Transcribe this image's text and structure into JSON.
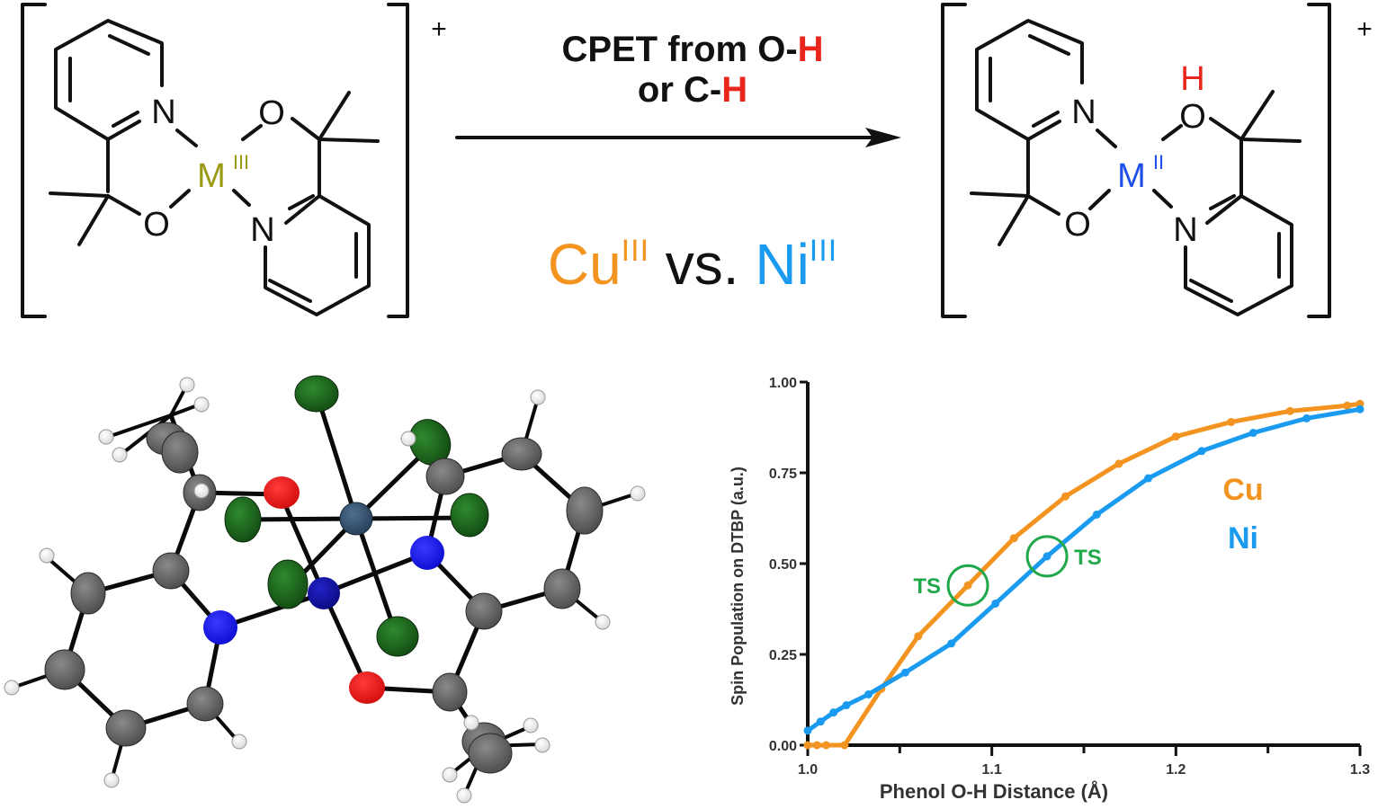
{
  "scheme": {
    "reactant": {
      "metal_label": "M",
      "metal_oxidation": "III",
      "metal_color": "#9a9a14",
      "charge": "+",
      "atoms": [
        "N",
        "O",
        "O",
        "N"
      ]
    },
    "product": {
      "metal_label": "M",
      "metal_oxidation": "II",
      "metal_color": "#1f4fe8",
      "charge": "+",
      "proton_label": "H",
      "proton_color": "#e8261c",
      "atoms": [
        "N",
        "O",
        "O",
        "N"
      ]
    },
    "arrow": {
      "line1_prefix": "CPET from O-",
      "line1_h": "H",
      "line2_prefix": "or C-",
      "line2_h": "H"
    },
    "comparison": {
      "cu_label": "Cu",
      "cu_oxidation": "III",
      "vs_label": "vs.",
      "ni_label": "Ni",
      "ni_oxidation": "III"
    }
  },
  "crystal_structure": {
    "atom_colors": {
      "carbon": "#5a5a5a",
      "hydrogen": "#f2f2f2",
      "nitrogen": "#1414f0",
      "oxygen": "#e41414",
      "metal": "#34506e",
      "fluorine": "#1e6a1e"
    }
  },
  "chart_data": {
    "type": "line",
    "title": "",
    "xlabel": "Phenol O-H Distance (Å)",
    "ylabel": "Spin Population on DTBP (a.u.)",
    "xlim": [
      1.0,
      1.3
    ],
    "ylim": [
      0.0,
      1.0
    ],
    "x_ticks": [
      "1.0",
      "1.1",
      "1.2",
      "1.3"
    ],
    "y_ticks": [
      "0.00",
      "0.25",
      "0.50",
      "0.75",
      "1.00"
    ],
    "grid": false,
    "legend_position": "inline-right",
    "series": [
      {
        "name": "Cu",
        "color": "#f39420",
        "x": [
          1.0,
          1.005,
          1.01,
          1.02,
          1.04,
          1.06,
          1.087,
          1.112,
          1.14,
          1.169,
          1.2,
          1.23,
          1.262,
          1.293,
          1.3
        ],
        "y": [
          0.0,
          0.0,
          0.0,
          0.0,
          0.155,
          0.3,
          0.44,
          0.57,
          0.685,
          0.775,
          0.85,
          0.89,
          0.92,
          0.935,
          0.94
        ]
      },
      {
        "name": "Ni",
        "color": "#1a9bf0",
        "x": [
          1.0,
          1.007,
          1.014,
          1.021,
          1.033,
          1.053,
          1.078,
          1.102,
          1.13,
          1.157,
          1.185,
          1.214,
          1.242,
          1.271,
          1.3
        ],
        "y": [
          0.04,
          0.065,
          0.09,
          0.11,
          0.14,
          0.2,
          0.28,
          0.39,
          0.52,
          0.635,
          0.735,
          0.81,
          0.86,
          0.9,
          0.925
        ]
      }
    ],
    "annotations": [
      {
        "text": "TS",
        "series": "Cu",
        "x": 1.087,
        "y": 0.44,
        "color": "#20a84a"
      },
      {
        "text": "TS",
        "series": "Ni",
        "x": 1.13,
        "y": 0.52,
        "color": "#20a84a"
      }
    ],
    "legend": [
      {
        "label": "Cu",
        "color": "#f39420"
      },
      {
        "label": "Ni",
        "color": "#1a9bf0"
      }
    ]
  }
}
